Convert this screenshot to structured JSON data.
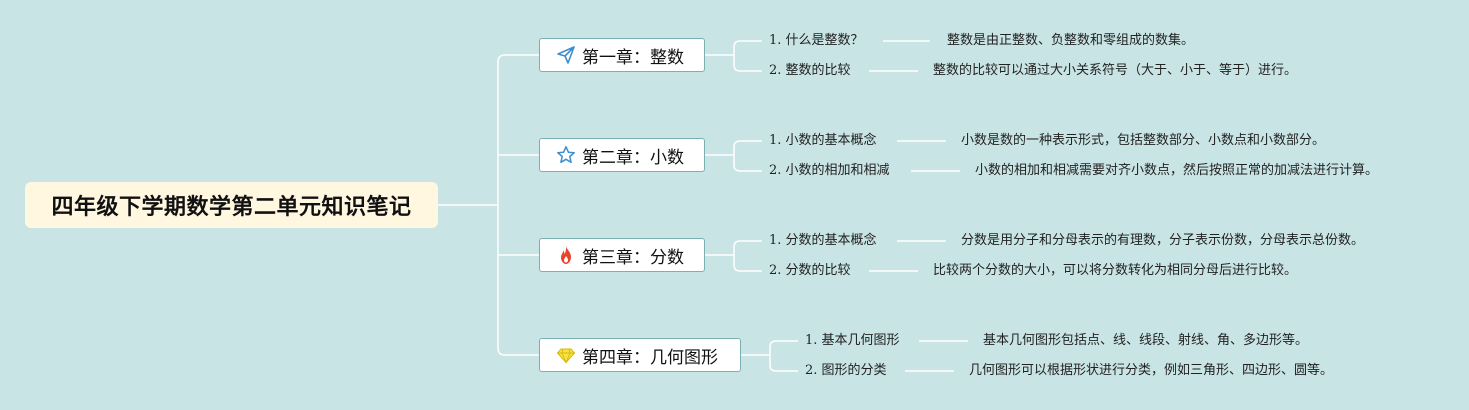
{
  "root": {
    "title": "四年级下学期数学第二单元知识笔记"
  },
  "chapters": [
    {
      "icon": "paper-plane-icon",
      "title": "第一章：整数",
      "topics": [
        {
          "label": "1. 什么是整数？",
          "desc": "整数是由正整数、负整数和零组成的数集。"
        },
        {
          "label": "2. 整数的比较",
          "desc": "整数的比较可以通过大小关系符号（大于、小于、等于）进行。"
        }
      ]
    },
    {
      "icon": "star-icon",
      "title": "第二章：小数",
      "topics": [
        {
          "label": "1. 小数的基本概念",
          "desc": "小数是数的一种表示形式，包括整数部分、小数点和小数部分。"
        },
        {
          "label": "2. 小数的相加和相减",
          "desc": "小数的相加和相减需要对齐小数点，然后按照正常的加减法进行计算。"
        }
      ]
    },
    {
      "icon": "fire-icon",
      "title": "第三章：分数",
      "topics": [
        {
          "label": "1. 分数的基本概念",
          "desc": "分数是用分子和分母表示的有理数，分子表示份数，分母表示总份数。"
        },
        {
          "label": "2. 分数的比较",
          "desc": "比较两个分数的大小，可以将分数转化为相同分母后进行比较。"
        }
      ]
    },
    {
      "icon": "diamond-icon",
      "title": "第四章：几何图形",
      "topics": [
        {
          "label": "1. 基本几何图形",
          "desc": "基本几何图形包括点、线、线段、射线、角、多边形等。"
        },
        {
          "label": "2. 图形的分类",
          "desc": "几何图形可以根据形状进行分类，例如三角形、四边形、圆等。"
        }
      ]
    }
  ],
  "colors": {
    "background": "#c9e4e5",
    "root_fill": "#fff7e0",
    "node_border": "#7bb0b2",
    "connector": "#ffffff",
    "icon_plane": "#3a8fd0",
    "icon_star": "#3a8fd0",
    "icon_fire": "#e8432d",
    "icon_diamond": "#f5d31c"
  }
}
